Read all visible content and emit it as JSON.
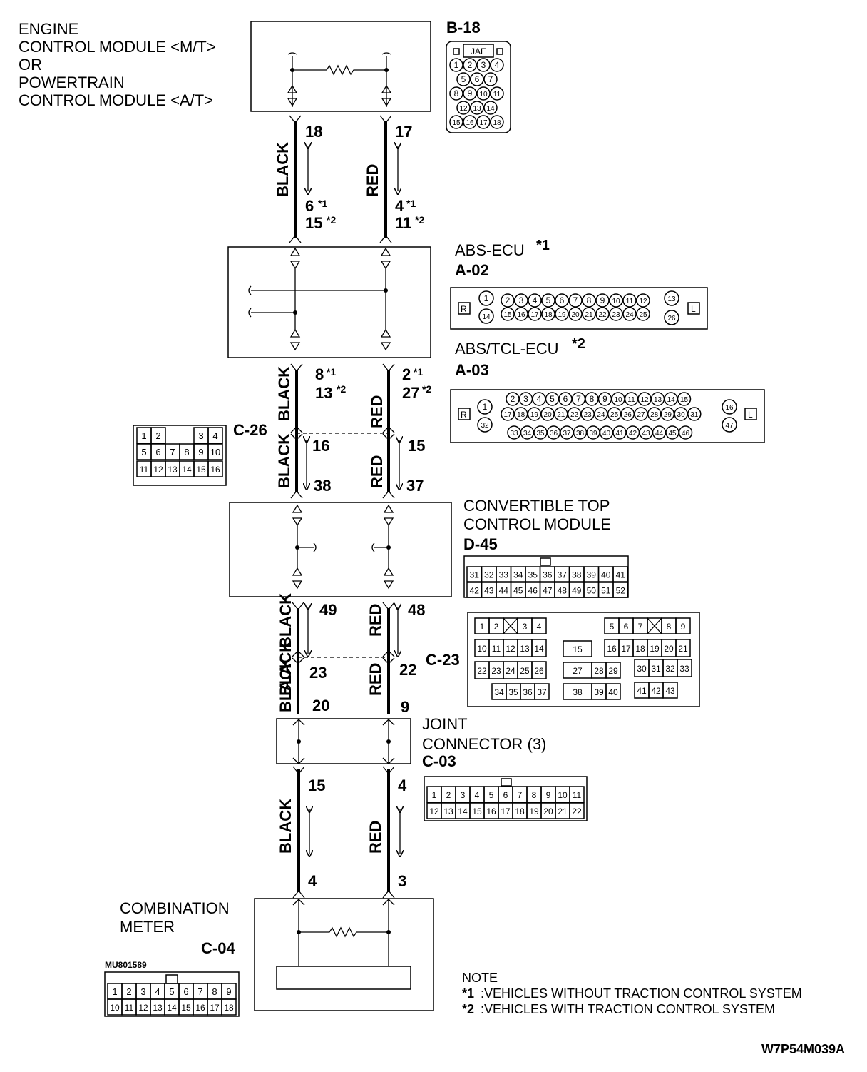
{
  "components": {
    "ecm": {
      "lines": [
        "ENGINE",
        "CONTROL MODULE <M/T>",
        "OR",
        "POWERTRAIN",
        "CONTROL MODULE <A/T>"
      ],
      "code": "B-18"
    },
    "abs": {
      "name1": "ABS-ECU",
      "mark1": "*1",
      "code1": "A-02",
      "name2": "ABS/TCL-ECU",
      "mark2": "*2",
      "code2": "A-03"
    },
    "c26": {
      "code": "C-26"
    },
    "ctcm": {
      "lines": [
        "CONVERTIBLE TOP",
        "CONTROL MODULE"
      ],
      "code": "D-45"
    },
    "c23": {
      "code": "C-23"
    },
    "joint": {
      "lines": [
        "JOINT",
        "CONNECTOR (3)"
      ],
      "code": "C-03"
    },
    "meter": {
      "lines": [
        "COMBINATION",
        "METER"
      ],
      "code": "C-04"
    }
  },
  "wires": {
    "black": "BLACK",
    "red": "RED"
  },
  "pins": {
    "ecm_black": "18",
    "ecm_red": "17",
    "abs_black_in_1": "6",
    "abs_black_in_2": "15",
    "abs_red_in_1": "4",
    "abs_red_in_2": "11",
    "abs_black_out_1": "8",
    "abs_black_out_2": "13",
    "abs_red_out_1": "2",
    "abs_red_out_2": "27",
    "c26_black": "16",
    "c26_red": "15",
    "ctcm_black_in": "38",
    "ctcm_red_in": "37",
    "ctcm_black_out": "49",
    "ctcm_red_out": "48",
    "c23_black": "23",
    "c23_red": "22",
    "joint_black_in": "20",
    "joint_red_in": "9",
    "joint_black_out": "15",
    "joint_red_out": "4",
    "meter_black": "4",
    "meter_red": "3"
  },
  "marks": {
    "m1": "*1",
    "m2": "*2"
  },
  "connectors": {
    "b18": {
      "maker": "JAE",
      "rows": [
        [
          "1",
          "2",
          "3",
          "4"
        ],
        [
          "5",
          "6",
          "7"
        ],
        [
          "8",
          "9",
          "10",
          "11"
        ],
        [
          "12",
          "13",
          "14"
        ],
        [
          "15",
          "16",
          "17",
          "18"
        ]
      ]
    },
    "a02": {
      "left": "R",
      "right": "L",
      "row1": [
        "1",
        "2",
        "3",
        "4",
        "5",
        "6",
        "7",
        "8",
        "9",
        "10",
        "11",
        "12",
        "13"
      ],
      "row2": [
        "14",
        "15",
        "16",
        "17",
        "18",
        "19",
        "20",
        "21",
        "22",
        "23",
        "24",
        "25",
        "26"
      ]
    },
    "a03": {
      "left": "R",
      "right": "L",
      "row1": [
        "2",
        "3",
        "4",
        "5",
        "6",
        "7",
        "8",
        "9",
        "10",
        "11",
        "12",
        "13",
        "14",
        "15"
      ],
      "row2": [
        "17",
        "18",
        "19",
        "20",
        "21",
        "22",
        "23",
        "24",
        "25",
        "26",
        "27",
        "28",
        "29",
        "30",
        "31"
      ],
      "row3": [
        "33",
        "34",
        "35",
        "36",
        "37",
        "38",
        "39",
        "40",
        "41",
        "42",
        "43",
        "44",
        "45",
        "46"
      ],
      "side_left": [
        "1",
        "32"
      ],
      "side_right": [
        "16",
        "47"
      ]
    },
    "c26": {
      "row1": [
        "1",
        "2",
        "",
        "3",
        "4"
      ],
      "row2": [
        "5",
        "6",
        "7",
        "8",
        "9",
        "10"
      ],
      "row3": [
        "11",
        "12",
        "13",
        "14",
        "15",
        "16"
      ]
    },
    "d45": {
      "row1": [
        "31",
        "32",
        "33",
        "34",
        "35",
        "36",
        "37",
        "38",
        "39",
        "40",
        "41"
      ],
      "row2": [
        "42",
        "43",
        "44",
        "45",
        "46",
        "47",
        "48",
        "49",
        "50",
        "51",
        "52"
      ]
    },
    "c23": {
      "r1a": [
        "1",
        "2",
        "",
        "3",
        "4"
      ],
      "r1b": [
        "5",
        "6",
        "7",
        "",
        "8",
        "9"
      ],
      "r2a": [
        "10",
        "11",
        "12",
        "13",
        "14"
      ],
      "r2m": "15",
      "r2b": [
        "16",
        "17",
        "18",
        "19",
        "20",
        "21"
      ],
      "r3a": [
        "22",
        "23",
        "24",
        "25",
        "26"
      ],
      "r3m": [
        "27",
        "28",
        "29"
      ],
      "r3b": [
        "30",
        "31",
        "32",
        "33"
      ],
      "r4a": [
        "34",
        "35",
        "36",
        "37"
      ],
      "r4m": [
        "38",
        "39",
        "40"
      ],
      "r4b": [
        "41",
        "42",
        "43"
      ]
    },
    "c03": {
      "row1": [
        "1",
        "2",
        "3",
        "4",
        "5",
        "6",
        "7",
        "8",
        "9",
        "10",
        "11"
      ],
      "row2": [
        "12",
        "13",
        "14",
        "15",
        "16",
        "17",
        "18",
        "19",
        "20",
        "21",
        "22"
      ]
    },
    "c04": {
      "part": "MU801589",
      "row1": [
        "1",
        "2",
        "3",
        "4",
        "5",
        "6",
        "7",
        "8",
        "9"
      ],
      "row2": [
        "10",
        "11",
        "12",
        "13",
        "14",
        "15",
        "16",
        "17",
        "18"
      ]
    }
  },
  "notes": {
    "title": "NOTE",
    "n1_mark": "*1",
    "n1_text": ":VEHICLES WITHOUT TRACTION CONTROL SYSTEM",
    "n2_mark": "*2",
    "n2_text": ":VEHICLES WITH TRACTION CONTROL SYSTEM"
  },
  "diagram_id": "W7P54M039A"
}
